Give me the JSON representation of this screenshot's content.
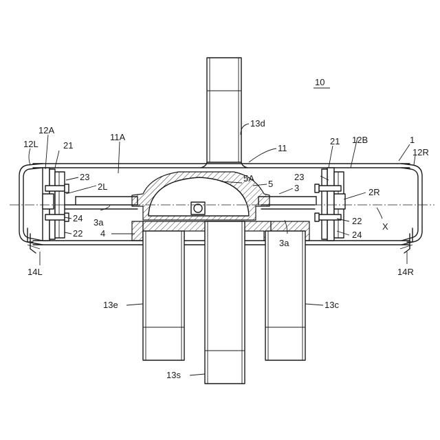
{
  "figure": {
    "id_label": "10",
    "labels": {
      "l1": "1",
      "l11": "11",
      "l11A": "11A",
      "l12A": "12A",
      "l12B": "12B",
      "l12L": "12L",
      "l12R": "12R",
      "l21L": "21",
      "l21R": "21",
      "l23L": "23",
      "l23R": "23",
      "l2L": "2L",
      "l2R": "2R",
      "l5A": "5A",
      "l5": "5",
      "l3": "3",
      "l3aL": "3a",
      "l3aR": "3a",
      "l24L": "24",
      "l22L": "22",
      "l22R": "22",
      "l24R": "24",
      "l4": "4",
      "lX": "X",
      "l14L": "14L",
      "l14R": "14R",
      "l13d": "13d",
      "l13e": "13e",
      "l13c": "13c",
      "l13s": "13s"
    }
  }
}
